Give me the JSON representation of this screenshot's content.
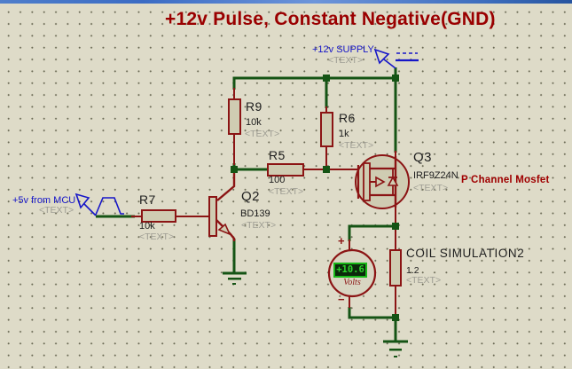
{
  "title": "+12v Pulse, Constant Negative(GND)",
  "colors": {
    "background": "#dedbc8",
    "grid_dot": "#6a6954",
    "wire_green": "#155415",
    "pin_maroon": "#8b1414",
    "component_fill": "#cfccb2",
    "terminal_blue": "#1616c8",
    "title_red": "#9a0000",
    "annotation_red": "#a00000",
    "placeholder_gray": "#9e9d93",
    "lcd_border": "#17b817",
    "lcd_background": "#0b280b",
    "lcd_text": "#2bd42b"
  },
  "terminals": {
    "supply": {
      "label": "+12v SUPPLY",
      "placeholder": "<TEXT>"
    },
    "input": {
      "label": "+5v from MCU",
      "placeholder": "<TEXT>"
    }
  },
  "components": {
    "r9": {
      "ref": "R9",
      "value": "10k",
      "placeholder": "<TEXT>"
    },
    "r6": {
      "ref": "R6",
      "value": "1k",
      "placeholder": "<TEXT>"
    },
    "r5": {
      "ref": "R5",
      "value": "100",
      "placeholder": "<TEXT>"
    },
    "r7": {
      "ref": "R7",
      "value": "10k",
      "placeholder": "<TEXT>"
    },
    "q2": {
      "ref": "Q2",
      "value": "BD139",
      "placeholder": "<TEXT>"
    },
    "q3": {
      "ref": "Q3",
      "value": "IRF9Z24N",
      "placeholder": "<TEXT>",
      "annotation": "P Channel Mosfet"
    },
    "coil": {
      "ref": "COIL SIMULATION2",
      "value": "1.2",
      "placeholder": "<TEXT>"
    },
    "voltmeter": {
      "reading": "+10.6",
      "unit": "Volts",
      "positive": "+",
      "negative": "−"
    }
  }
}
